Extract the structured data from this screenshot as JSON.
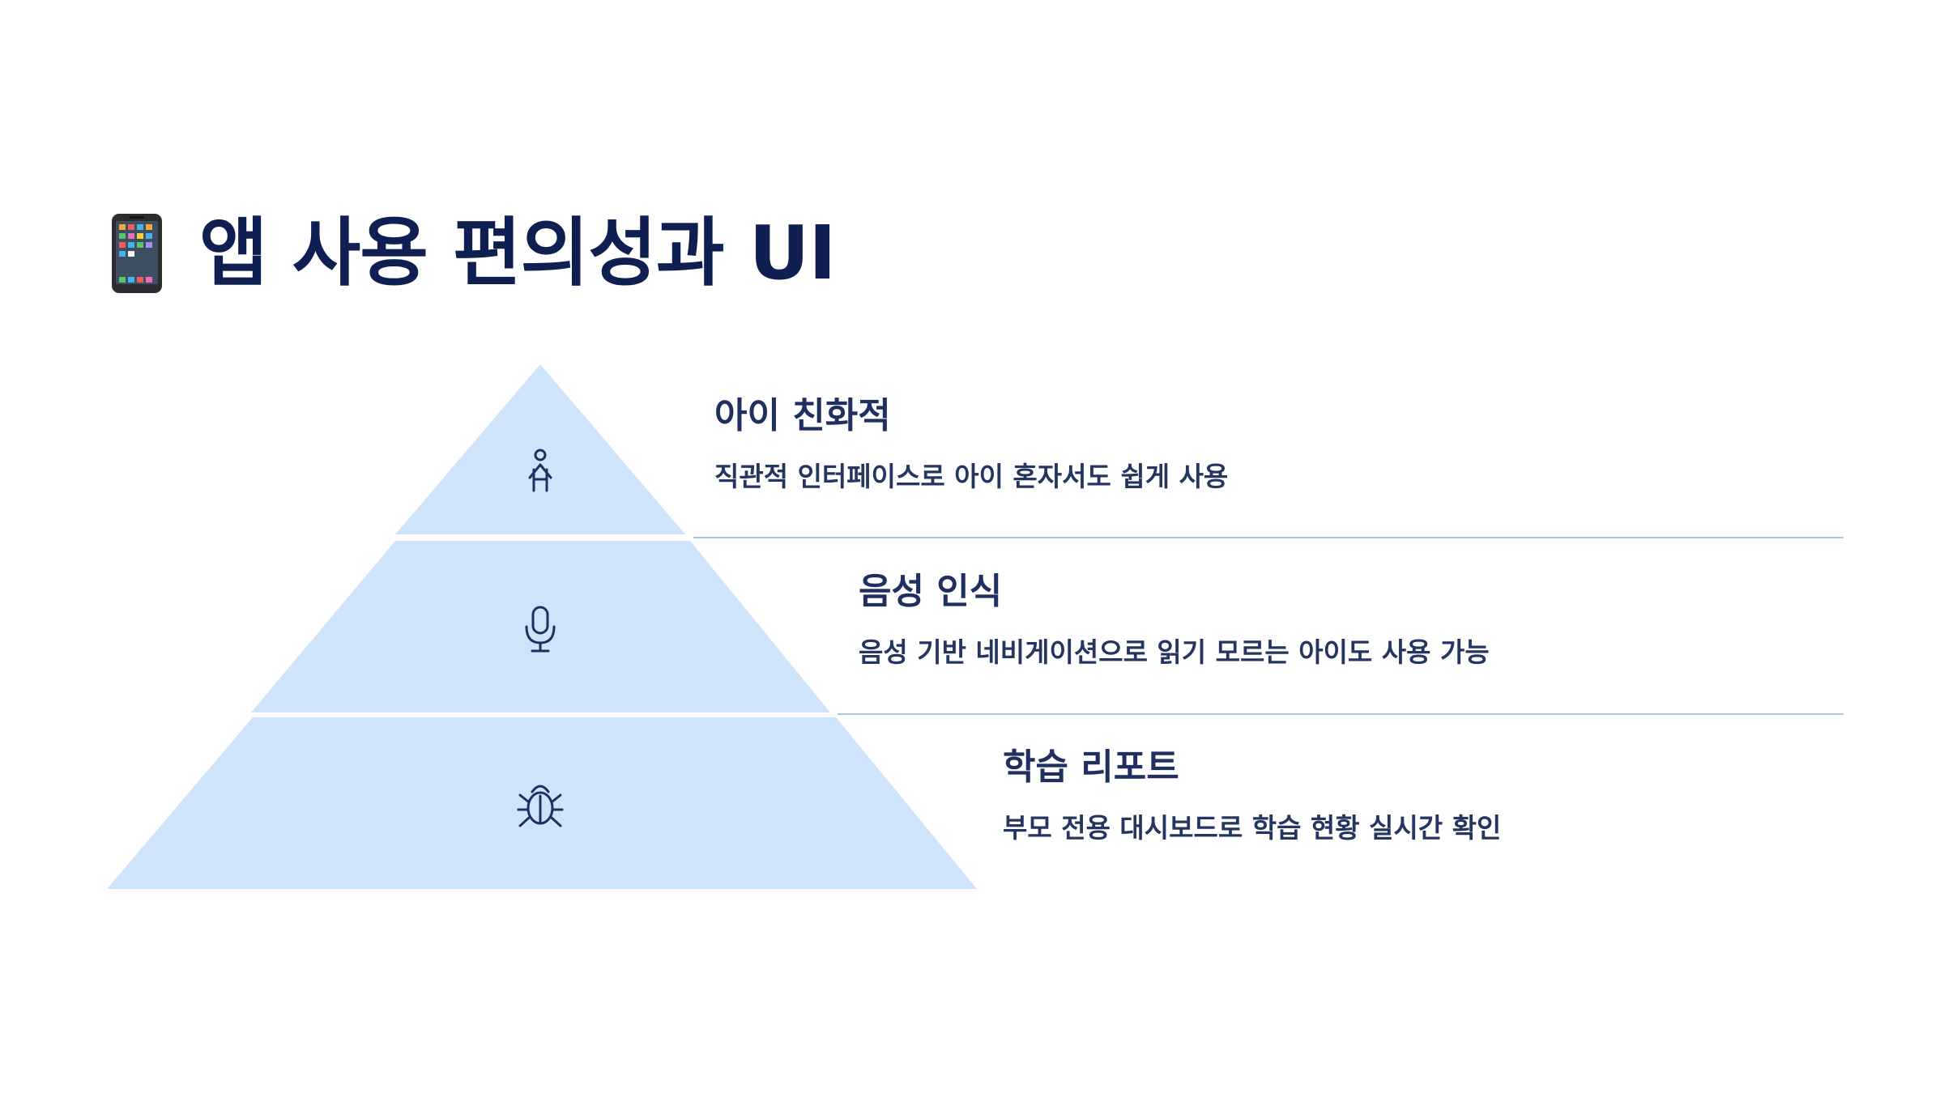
{
  "title": {
    "icon": "mobile-phone-icon",
    "text": "앱 사용 편의성과 UI"
  },
  "colors": {
    "title": "#0f1f52",
    "text": "#1e2f60",
    "tier_fill": "#cfe3fb",
    "divider": "#aec6e8",
    "icon_stroke": "#1e2f60"
  },
  "tiers": [
    {
      "icon": "child-icon",
      "heading": "아이 친화적",
      "description": "직관적 인터페이스로 아이 혼자서도 쉽게 사용"
    },
    {
      "icon": "microphone-icon",
      "heading": "음성 인식",
      "description": "음성 기반 네비게이션으로 읽기 모르는 아이도 사용 가능"
    },
    {
      "icon": "bug-icon",
      "heading": "학습 리포트",
      "description": "부모 전용 대시보드로 학습 현황 실시간 확인"
    }
  ]
}
